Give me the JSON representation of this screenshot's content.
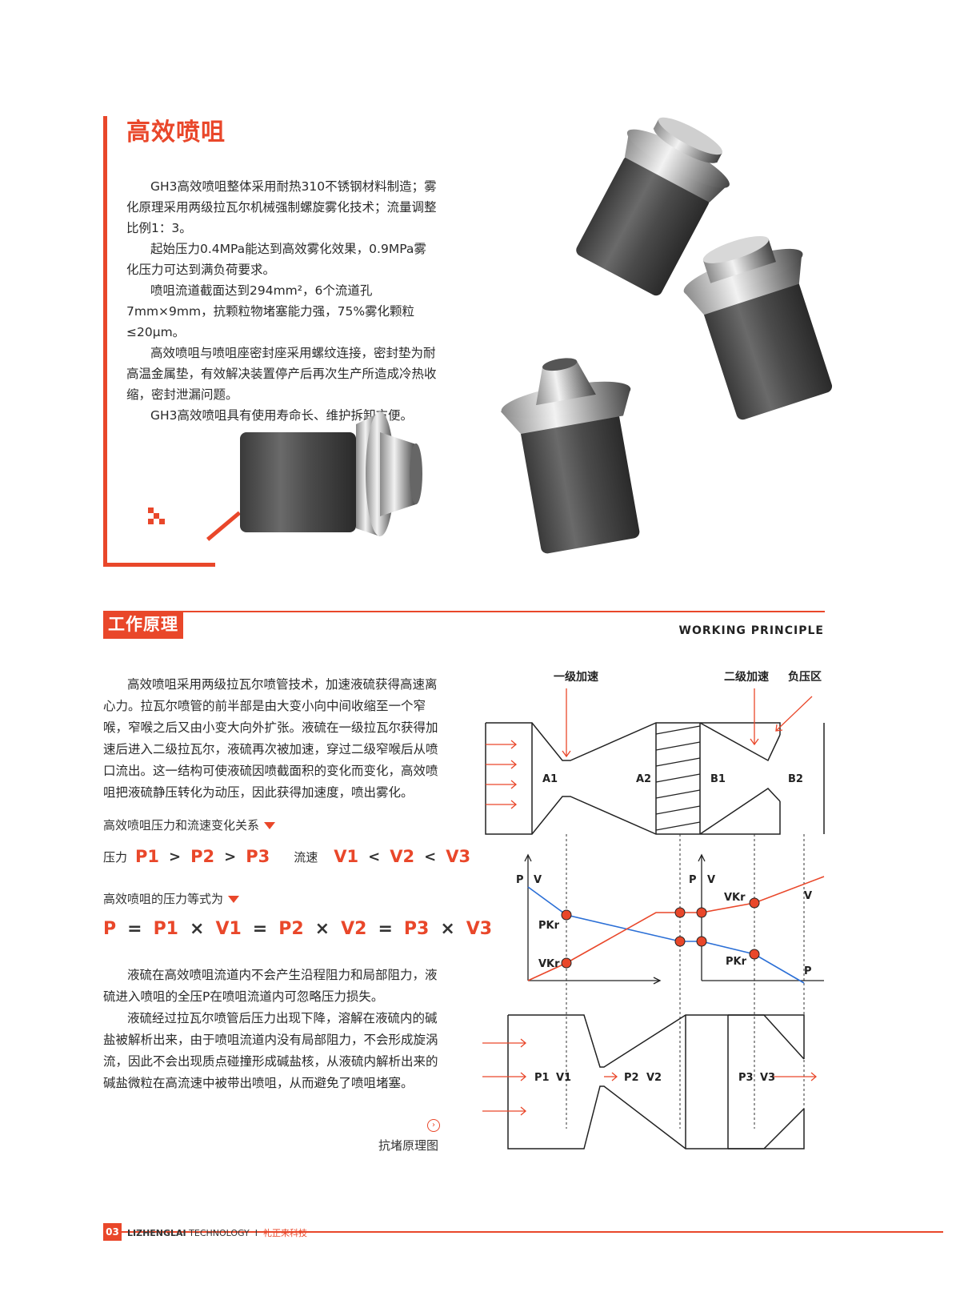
{
  "intro": {
    "title": "高效喷咀",
    "paragraphs": [
      "GH3高效喷咀整体采用耐热310不锈钢材料制造；雾化原理采用两级拉瓦尔机械强制螺旋雾化技术；流量调整比例1：3。",
      "起始压力0.4MPa能达到高效雾化效果，0.9MPa雾化压力可达到满负荷要求。",
      "喷咀流道截面达到294mm²，6个流道孔7mm×9mm，抗颗粒物堵塞能力强，75%雾化颗粒≤20μm。",
      "高效喷咀与喷咀座密封座采用螺纹连接，密封垫为耐高温金属垫，有效解决装置停产后再次生产所造成冷热收缩，密封泄漏问题。",
      "GH3高效喷咀具有使用寿命长、维护拆卸方便。"
    ]
  },
  "principle": {
    "tag": "工作原理",
    "english": "WORKING  PRINCIPLE",
    "paragraph1": "高效喷咀采用两级拉瓦尔喷管技术，加速液硫获得高速离心力。拉瓦尔喷管的前半部是由大变小向中间收缩至一个窄喉，窄喉之后又由小变大向外扩张。液硫在一级拉瓦尔获得加速后进入二级拉瓦尔，液硫再次被加速，穿过二级窄喉后从喷口流出。这一结构可使液硫因喷截面积的变化而变化，高效喷咀把液硫静压转化为动压，因此获得加速度，喷出雾化。",
    "relation_heading": "高效喷咀压力和流速变化关系",
    "relation": {
      "pressure_label": "压力",
      "p1": "P1",
      "gt1": ">",
      "p2": "P2",
      "gt2": ">",
      "p3": "P3",
      "velocity_label": "流速",
      "v1": "V1",
      "lt1": "<",
      "v2": "V2",
      "lt2": "<",
      "v3": "V3"
    },
    "equation_heading": "高效喷咀的压力等式为",
    "equation": [
      "P",
      "=",
      "P1",
      "×",
      "V1",
      "=",
      "P2",
      "×",
      "V2",
      "=",
      "P3",
      "×",
      "V3"
    ],
    "paragraphs2": [
      "液硫在高效喷咀流道内不会产生沿程阻力和局部阻力，液硫进入喷咀的全压P在喷咀流道内可忽略压力损失。",
      "液硫经过拉瓦尔喷管后压力出现下降，溶解在液硫内的碱盐被解析出来，由于喷咀流道内没有局部阻力，不会形成旋涡流，因此不会出现质点碰撞形成碱盐核，从液硫内解析出来的碱盐微粒在高流速中被带出喷咀，从而避免了喷咀堵塞。"
    ],
    "diagram_caption": "抗堵原理图",
    "diagram": {
      "label_stage1": "一级加速",
      "label_stage2": "二级加速",
      "label_negative": "负压区",
      "zone_a1": "A1",
      "zone_a2": "A2",
      "zone_b1": "B1",
      "zone_b2": "B2",
      "axis_p": "P",
      "axis_v": "V",
      "pkr": "PKr",
      "vkr": "VKr",
      "curve_p": "P",
      "curve_v": "V",
      "flow_p1": "P1",
      "flow_v1": "V1",
      "flow_p2": "P2",
      "flow_v2": "V2",
      "flow_p3": "P3",
      "flow_v3": "V3"
    }
  },
  "footer": {
    "page": "03",
    "brand_bold": "LIZHENGLAI",
    "brand_rest": " TECHNOLOGY",
    "sep": "I",
    "brand_cn": "礼正来科技"
  },
  "colors": {
    "accent": "#e9472a",
    "line_blue": "#2b6fd6",
    "text": "#2a2a2a"
  }
}
